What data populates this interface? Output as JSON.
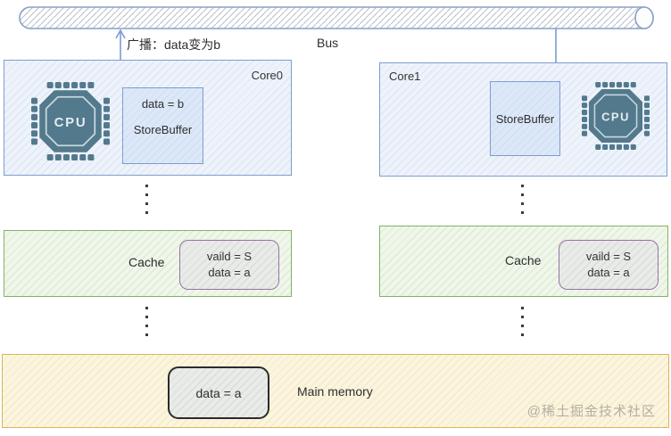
{
  "bus": {
    "label": "Bus"
  },
  "broadcast": {
    "label": "广播：data变为b"
  },
  "core0": {
    "label": "Core0",
    "cpu_label": "CPU",
    "store_buffer": {
      "value": "data = b",
      "label": "StoreBuffer"
    }
  },
  "core1": {
    "label": "Core1",
    "cpu_label": "CPU",
    "store_buffer": {
      "label": "StoreBuffer"
    }
  },
  "cache0": {
    "label": "Cache",
    "cell_line1": "vaild = S",
    "cell_line2": "data = a"
  },
  "cache1": {
    "label": "Cache",
    "cell_line1": "vaild = S",
    "cell_line2": "data = a"
  },
  "main_memory": {
    "label": "Main memory",
    "cell_value": "data = a"
  },
  "watermark": "@稀土掘金技术社区",
  "colors": {
    "core_border": "#7e9dce",
    "cache_border": "#82b366",
    "cache_cell_border": "#9673a6",
    "memory_border": "#d6b656",
    "cpu_chip": "#53798c",
    "arrow": "#7b9bd2"
  }
}
